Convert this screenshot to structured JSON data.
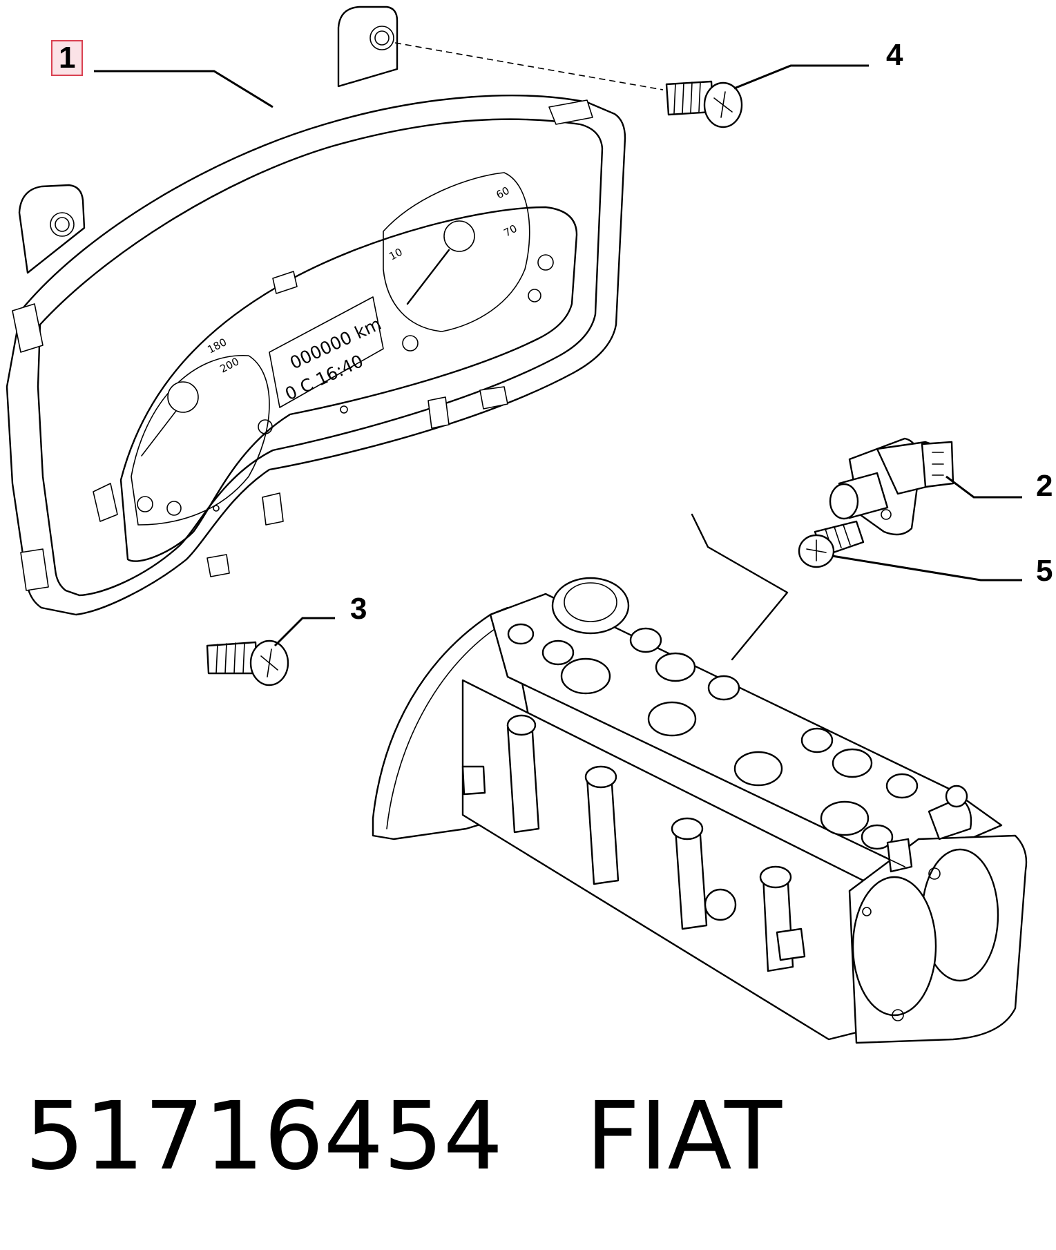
{
  "callouts": [
    {
      "id": "1",
      "label": "1",
      "highlighted": true
    },
    {
      "id": "2",
      "label": "2"
    },
    {
      "id": "3",
      "label": "3"
    },
    {
      "id": "4",
      "label": "4"
    },
    {
      "id": "5",
      "label": "5"
    }
  ],
  "cluster": {
    "speed_ticks": [
      "180",
      "200"
    ],
    "tach_ticks": [
      "10",
      "60",
      "70"
    ],
    "lcd_odometer": "000000 km",
    "lcd_clock": "0 C 16:40"
  },
  "footer": {
    "part_number": "51716454",
    "brand": "FIAT"
  },
  "colors": {
    "line": "#000000",
    "highlight_fill": "#fbe3e7",
    "highlight_border": "#d94050"
  }
}
